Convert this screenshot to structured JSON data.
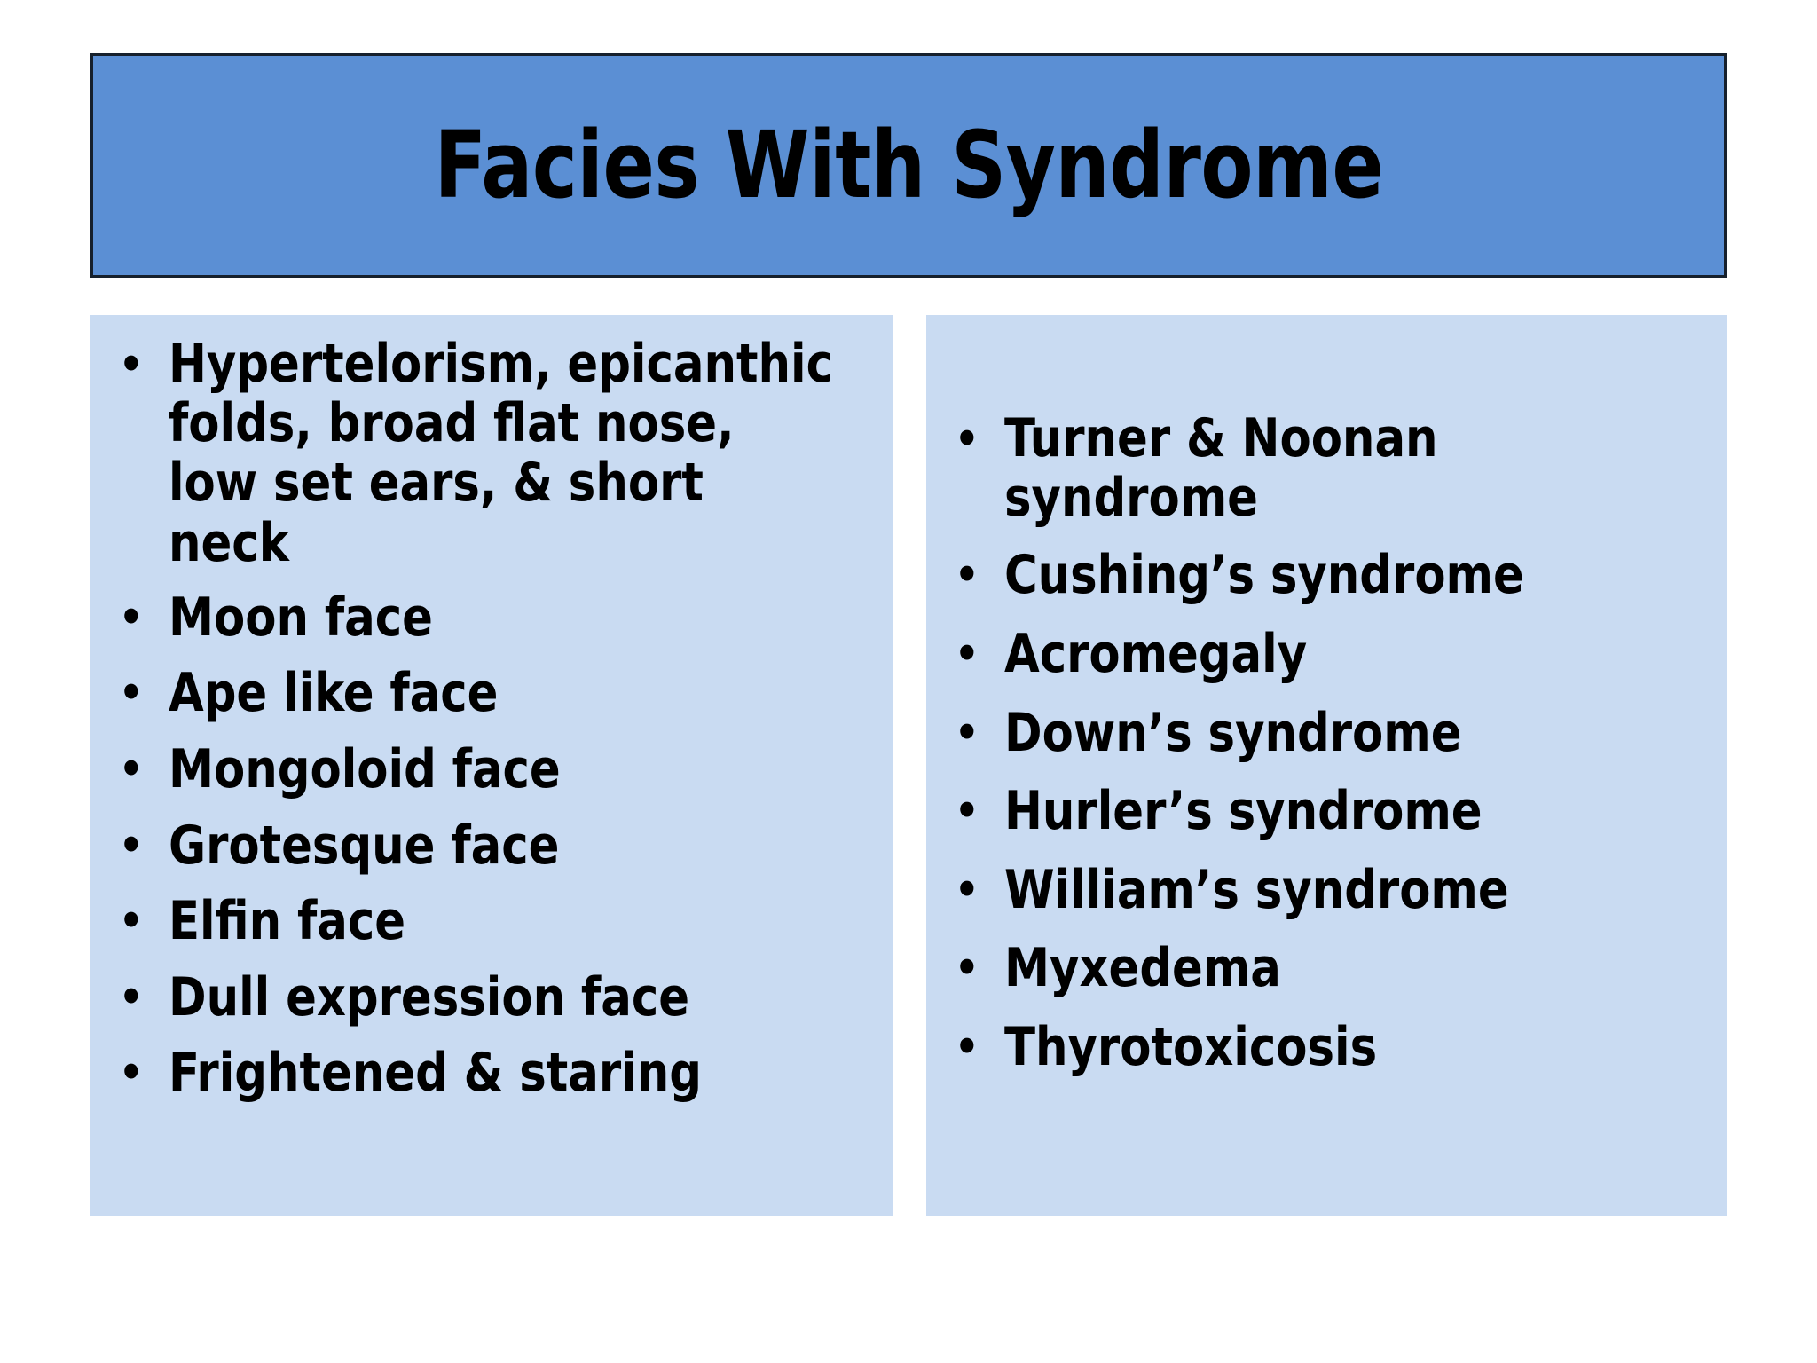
{
  "slide": {
    "title": "Facies With Syndrome",
    "bullet_glyph": "•",
    "colors": {
      "title_fill": "#5b8fd4",
      "title_border": "#16202c",
      "panel_fill": "#c9dbf2",
      "text": "#000000",
      "background": "#ffffff"
    },
    "left_panel": {
      "items": [
        "Hypertelorism, epicanthic folds, broad flat nose, low set ears, & short neck",
        "Moon face",
        "Ape like face",
        "Mongoloid face",
        "Grotesque face",
        "Elfin face",
        "Dull expression face",
        "Frightened & staring"
      ]
    },
    "right_panel": {
      "items": [
        "Turner & Noonan syndrome",
        "Cushing’s syndrome",
        "Acromegaly",
        "Down’s syndrome",
        "Hurler’s syndrome",
        "William’s syndrome",
        "Myxedema",
        "Thyrotoxicosis"
      ]
    }
  }
}
